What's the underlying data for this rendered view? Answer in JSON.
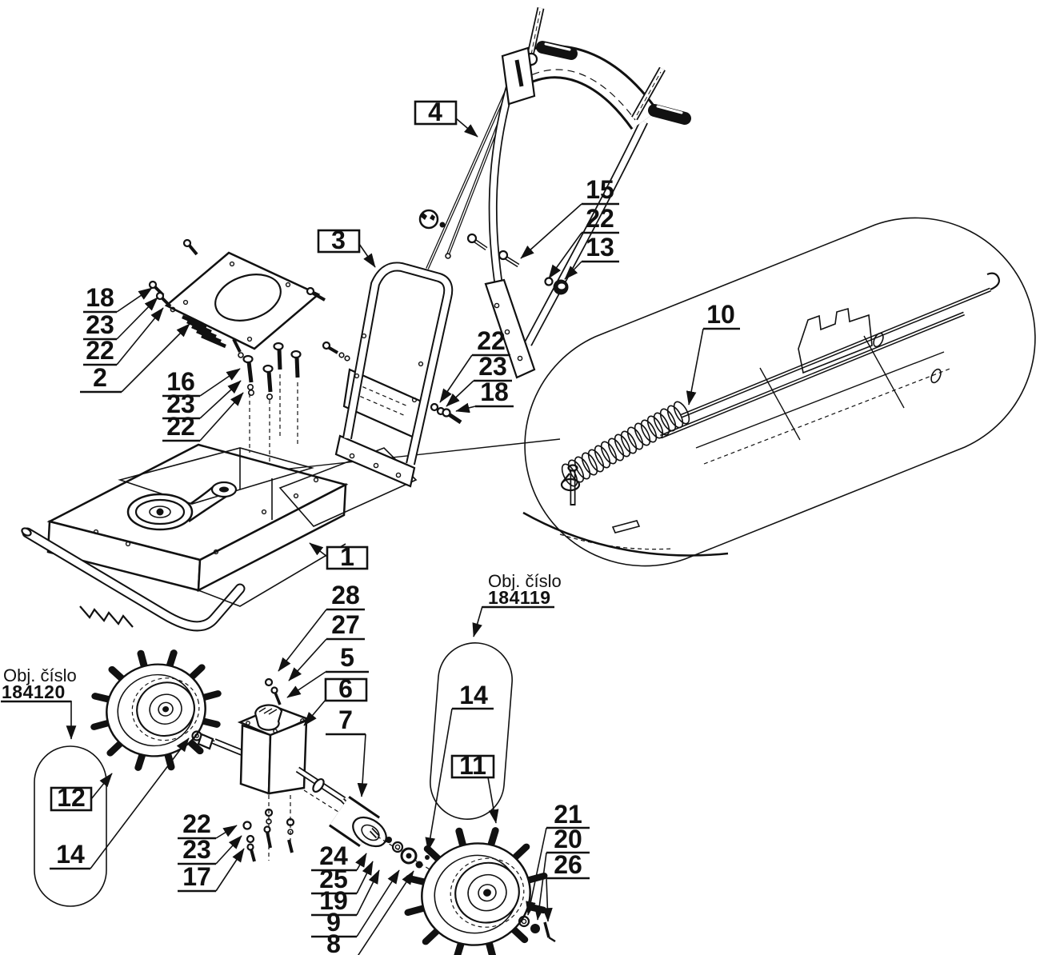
{
  "diagram_type": "exploded-parts-diagram",
  "order_notes": {
    "left": {
      "caption": "Obj. číslo",
      "number": "184120"
    },
    "right": {
      "caption": "Obj. číslo",
      "number": "184119"
    }
  },
  "labels": {
    "a18": "18",
    "a23": "23",
    "a22": "22",
    "a2": "2",
    "b16": "16",
    "b23": "23",
    "b22": "22",
    "box3": "3",
    "box4": "4",
    "c15": "15",
    "c22": "22",
    "c13": "13",
    "d22": "22",
    "d23": "23",
    "d18": "18",
    "box1": "1",
    "e10": "10",
    "f28": "28",
    "f27": "27",
    "f5": "5",
    "box6": "6",
    "f7": "7",
    "g22": "22",
    "g23": "23",
    "g17": "17",
    "h24": "24",
    "h25": "25",
    "h19": "19",
    "h9": "9",
    "h8": "8",
    "i21": "21",
    "i20": "20",
    "i26": "26",
    "j14": "14",
    "box12": "12",
    "k14": "14",
    "box11": "11"
  }
}
